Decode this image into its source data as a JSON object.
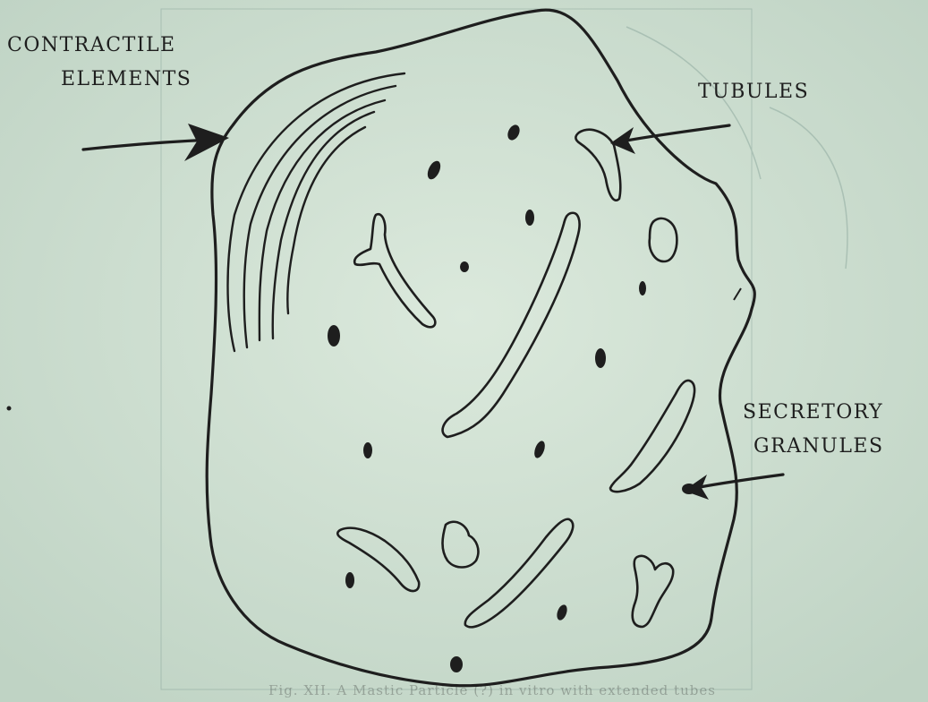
{
  "diagram": {
    "colors": {
      "paper": "#cfe0d2",
      "ink": "#1e1e1e"
    },
    "labels": {
      "contractile_line1": "CONTRACTILE",
      "contractile_line2": "ELEMENTS",
      "tubules": "TUBULES",
      "secretory_line1": "SECRETORY",
      "secretory_line2": "GRANULES"
    },
    "caption_fragment": "Fig. XII. A Mastic Particle (?) in vitro with extended tubes"
  }
}
